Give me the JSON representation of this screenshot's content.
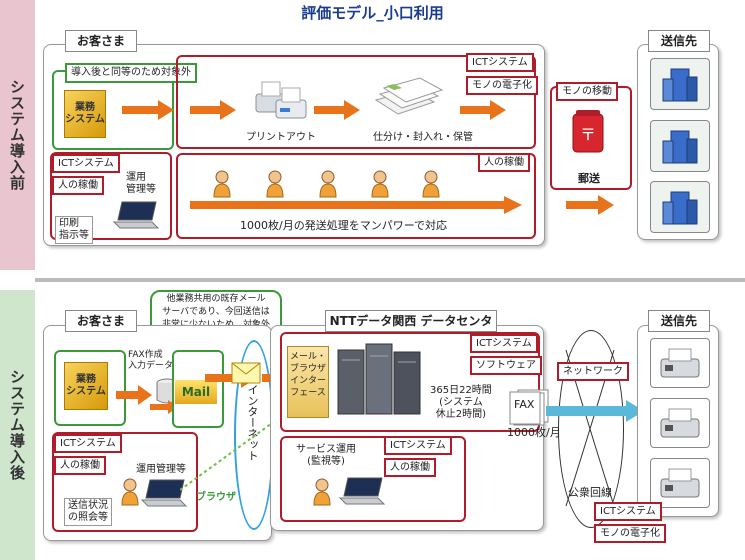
{
  "title": "評価モデル_小口利用",
  "sections": {
    "before": "システム導入前",
    "after": "システム導入後"
  },
  "before": {
    "customer_tab": "お客さま",
    "out_of_scope": "導入後と同等のため対象外",
    "business_system": "業務\nシステム",
    "ict_system": "ICTシステム",
    "mono_digital": "モノの電子化",
    "printout": "プリントアウト",
    "sort_pack": "仕分け・封入れ・保管",
    "ict_system_2": "ICTシステム",
    "human_work": "人の稼働",
    "ops_mgmt": "運用\n管理等",
    "print_instr": "印刷\n指示等",
    "human_work_2": "人の稼働",
    "manpower_text": "1000枚/月の発送処理をマンパワーで対応",
    "mono_move": "モノの移動",
    "mail": "郵送",
    "recipient_tab": "送信先",
    "colors": {
      "accent_red": "#b01d2a",
      "accent_green": "#3a9a3a",
      "arrow": "#e8731a"
    }
  },
  "after": {
    "callout": "他業務共用の既存メール\nサーバであり、今回送信は\n非常に少ないため、対象外",
    "customer_tab": "お客さま",
    "business_system": "業務\nシステム",
    "fax_data": "FAX作成\n入力データ",
    "mail_label": "Mail",
    "internet": "インターネット",
    "ict_system": "ICTシステム",
    "human_work": "人の稼働",
    "ops_mgmt": "運用管理等",
    "browser": "ブラウザ",
    "inquiry": "送信状況\nの照会等",
    "ntt_tab": "NTTデータ関西 データセンタ",
    "ict_system_2": "ICTシステム",
    "software": "ソフトウェア",
    "gateway": "メール・\nブラウザ\nインター\nフェース",
    "availability": "365日22時間\n(システム\n休止2時間)",
    "service_ops": "サービス運用\n(監視等)",
    "ict_system_3": "ICTシステム",
    "human_work_3": "人の稼働",
    "fax": "FAX",
    "fax_volume": "1000枚/月",
    "network": "ネットワーク",
    "public_line": "公衆回線",
    "recipient_tab": "送信先",
    "ict_system_4": "ICTシステム",
    "mono_digital": "モノの電子化"
  }
}
